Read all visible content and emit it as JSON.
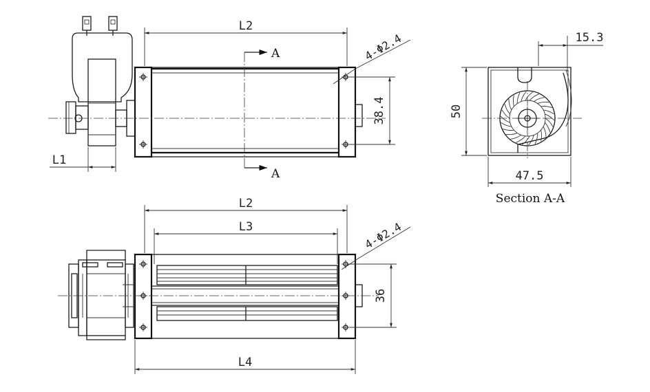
{
  "dimensions": {
    "top_length": "L2",
    "top_hole": "4-Φ2.4",
    "top_height": "38.4",
    "motor_offset": "L1",
    "bottom_length_outer": "L2",
    "bottom_length_wheel": "L3",
    "bottom_hole": "4-Φ2.4",
    "bottom_height": "36",
    "bottom_length_total": "L4",
    "section_height": "50",
    "section_width": "47.5",
    "section_slot": "15.3"
  },
  "section_marker": "A",
  "section_caption": "Section A-A"
}
